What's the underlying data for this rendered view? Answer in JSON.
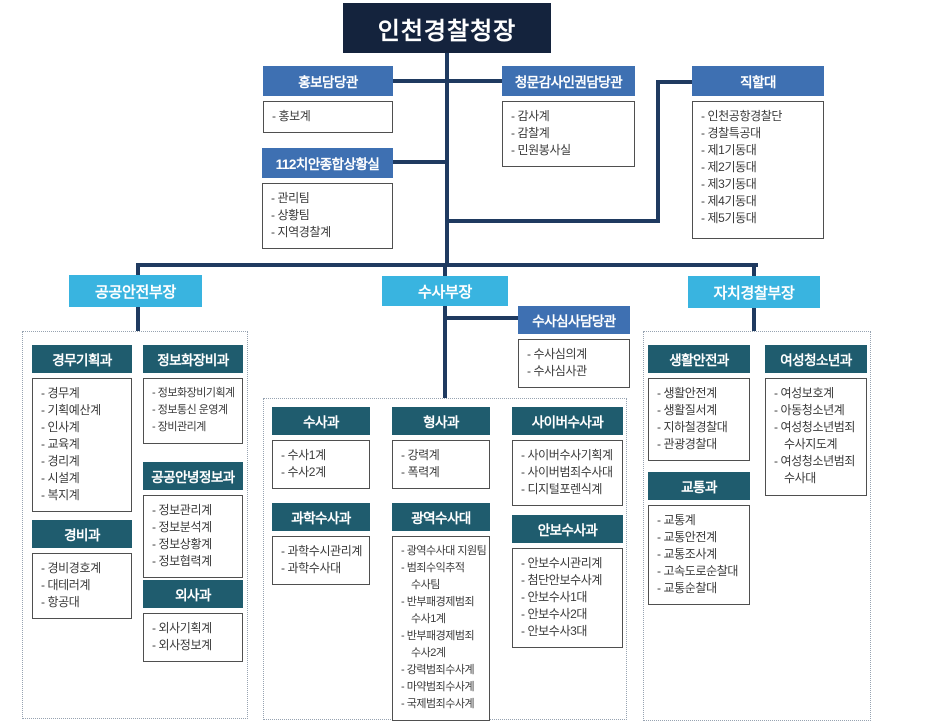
{
  "chief": {
    "label": "인천경찰청장"
  },
  "offices": {
    "pr": {
      "label": "홍보담당관",
      "items": [
        "- 홍보계"
      ]
    },
    "control112": {
      "label": "112치안종합상황실",
      "items": [
        "- 관리팀",
        "- 상황팀",
        "- 지역경찰계"
      ]
    },
    "audit": {
      "label": "청문감사인권담당관",
      "items": [
        "- 감사계",
        "- 감찰계",
        "- 민원봉사실"
      ]
    },
    "direct": {
      "label": "직할대",
      "items": [
        "- 인천공항경찰단",
        "- 경찰특공대",
        "- 제1기동대",
        "- 제2기동대",
        "- 제3기동대",
        "- 제4기동대",
        "- 제5기동대"
      ]
    },
    "review": {
      "label": "수사심사담당관",
      "items": [
        "- 수사심의계",
        "- 수사심사관"
      ]
    }
  },
  "bureaus": {
    "public_safety": {
      "label": "공공안전부장"
    },
    "investigation": {
      "label": "수사부장"
    },
    "autonomous": {
      "label": "자치경찰부장"
    }
  },
  "depts": {
    "admin": {
      "name": "경무기획과",
      "items": [
        "- 경무계",
        "- 기획예산계",
        "- 인사계",
        "- 교육계",
        "- 경리계",
        "- 시설계",
        "- 복지계"
      ]
    },
    "ict": {
      "name": "정보화장비과",
      "items": [
        "- 정보화장비기획계",
        "- 정보통신 운영계",
        "- 장비관리계"
      ]
    },
    "intel": {
      "name": "공공안녕정보과",
      "items": [
        "- 정보관리계",
        "- 정보분석계",
        "- 정보상황계",
        "- 정보협력계"
      ]
    },
    "guard": {
      "name": "경비과",
      "items": [
        "- 경비경호계",
        "- 대테러계",
        "- 항공대"
      ]
    },
    "foreign": {
      "name": "외사과",
      "items": [
        "- 외사기획계",
        "- 외사정보계"
      ]
    },
    "susa": {
      "name": "수사과",
      "items": [
        "- 수사1계",
        "- 수사2계"
      ]
    },
    "hyungsa": {
      "name": "형사과",
      "items": [
        "- 강력계",
        "- 폭력계"
      ]
    },
    "cyber": {
      "name": "사이버수사과",
      "items": [
        "- 사이버수사기획계",
        "- 사이버범죄수사대",
        "- 디지털포렌식계"
      ]
    },
    "forensic": {
      "name": "과학수사과",
      "items": [
        "- 과학수시관리계",
        "- 과학수사대"
      ]
    },
    "metro": {
      "name": "광역수사대",
      "items": [
        "- 광역수사대 지원팀",
        "- 범죄수익추적\n수사팀",
        "- 반부패경제범죄\n수사1계",
        "- 반부패경제범죄\n수사2계",
        "- 강력범죄수사계",
        "- 마약범죄수사계",
        "- 국제범죄수사계"
      ]
    },
    "anbo": {
      "name": "안보수사과",
      "items": [
        "- 안보수시관리계",
        "- 첨단안보수사계",
        "- 안보수사1대",
        "- 안보수사2대",
        "- 안보수사3대"
      ]
    },
    "life": {
      "name": "생활안전과",
      "items": [
        "- 생활안전계",
        "- 생활질서계",
        "- 지하철경찰대",
        "- 관광경찰대"
      ]
    },
    "women": {
      "name": "여성청소년과",
      "items": [
        "- 여성보호계",
        "- 아동청소년계",
        "- 여성청소년범죄\n수사지도계",
        "- 여성청소년범죄\n수사대"
      ]
    },
    "traffic": {
      "name": "교통과",
      "items": [
        "- 교통계",
        "- 교통안전계",
        "- 교통조사계",
        "- 고속도로순찰대",
        "- 교통순찰대"
      ]
    }
  },
  "colors": {
    "chief_bg": "#14233d",
    "office_bg": "#3e70b2",
    "bureau_bg": "#39b4e0",
    "dept_bg": "#1f5c6e",
    "connector": "#1f3a60",
    "item_border": "#4f4f4f",
    "container_border": "#97a3b1",
    "item_text": "#3a3a3a"
  }
}
